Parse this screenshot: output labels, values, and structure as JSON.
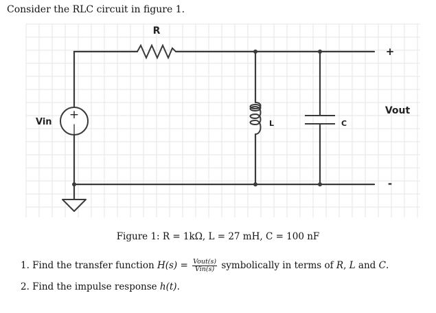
{
  "intro": "Consider the RLC circuit in figure 1.",
  "labels": {
    "R": "R",
    "L": "L",
    "C": "C",
    "vin": "Vin",
    "vout": "Vout",
    "plus": "+",
    "minus": "-",
    "source_plus": "+",
    "source_minus": "|"
  },
  "caption": "Figure 1: R = 1kΩ, L = 27 mH, C = 100 nF",
  "questions": {
    "q1": {
      "prefix": "1. Find the transfer function ",
      "h": "H(s)",
      "eq": " = ",
      "num": "Vout(s)",
      "den": "Vin(s)",
      "suffix": " symbolically in terms of ",
      "r": "R",
      "comma": ", ",
      "l": "L",
      "and": " and ",
      "c": "C",
      "end": "."
    },
    "q2": {
      "prefix": "2. Find the impulse response ",
      "h": "h(t)",
      "end": "."
    }
  },
  "colors": {
    "wire": "#3a3a3a",
    "grid": "#e6e6e6",
    "text": "#111111"
  }
}
